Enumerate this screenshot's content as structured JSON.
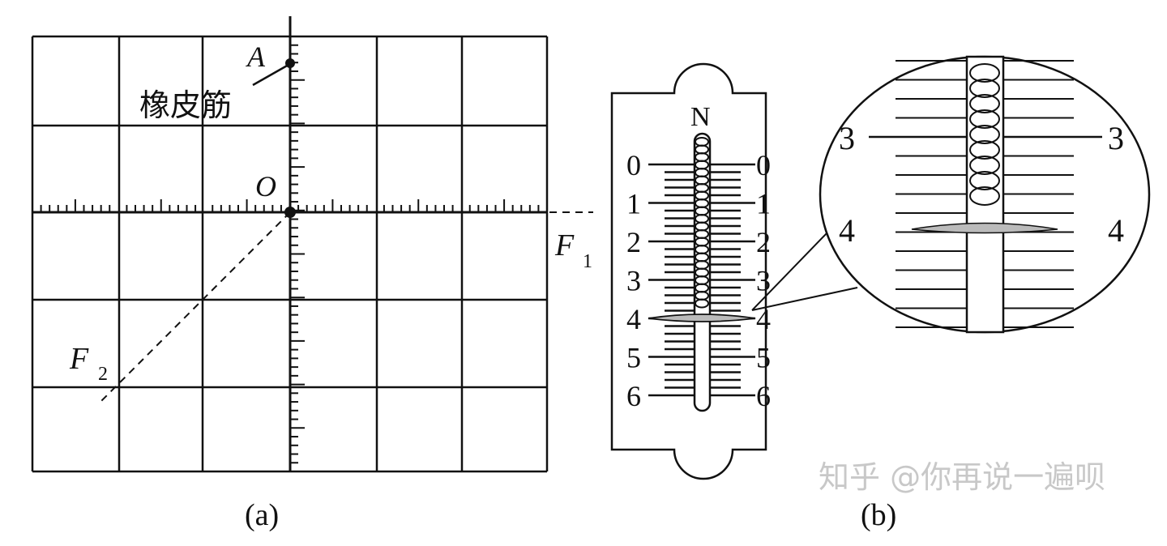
{
  "figure_a": {
    "caption": "(a)",
    "point_a": "A",
    "point_o": "O",
    "rubber_band_label": "橡皮筋",
    "force_1": "F",
    "force_1_sub": "1",
    "force_2": "F",
    "force_2_sub": "2"
  },
  "figure_b": {
    "caption": "(b)",
    "unit": "N",
    "scale_labels": [
      "0",
      "1",
      "2",
      "3",
      "4",
      "5",
      "6"
    ],
    "zoom_labels": [
      "3",
      "4"
    ]
  },
  "watermark": "知乎 @你再说一遍呗"
}
